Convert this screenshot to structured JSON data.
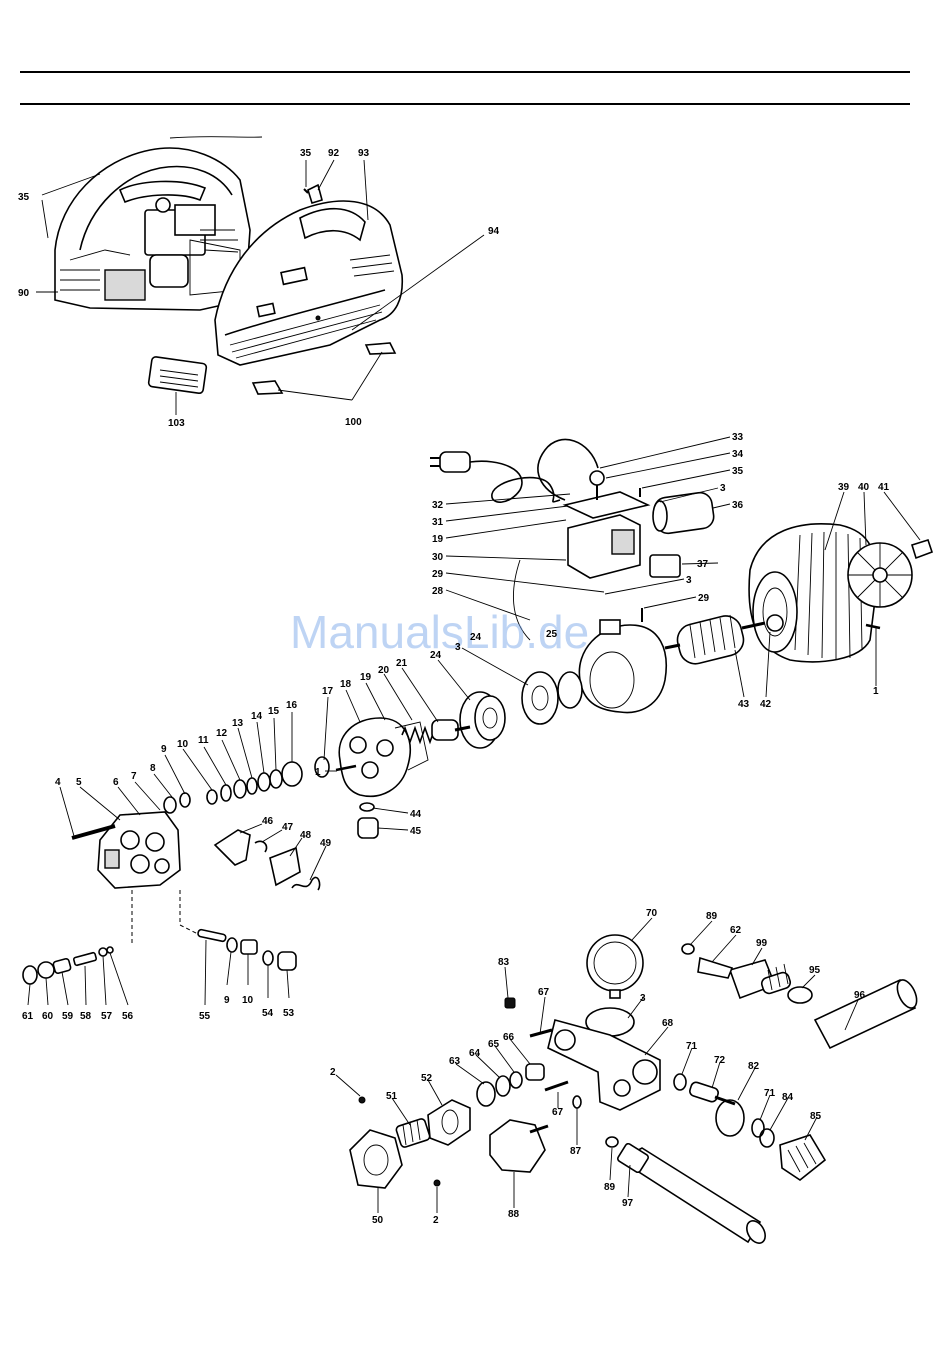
{
  "watermark": "ManualsLib.de",
  "callouts": [
    "35",
    "92",
    "93",
    "35",
    "94",
    "90",
    "103",
    "100",
    "33",
    "34",
    "35",
    "3",
    "36",
    "32",
    "31",
    "19",
    "30",
    "29",
    "28",
    "37",
    "3",
    "29",
    "39",
    "40",
    "41",
    "1",
    "43",
    "42",
    "24",
    "3",
    "24",
    "25",
    "17",
    "18",
    "19",
    "20",
    "21",
    "16",
    "15",
    "14",
    "13",
    "12",
    "11",
    "10",
    "9",
    "8",
    "7",
    "6",
    "5",
    "4",
    "1",
    "44",
    "45",
    "46",
    "47",
    "48",
    "49",
    "61",
    "60",
    "59",
    "58",
    "57",
    "56",
    "55",
    "9",
    "10",
    "54",
    "53",
    "70",
    "89",
    "62",
    "99",
    "95",
    "96",
    "83",
    "67",
    "68",
    "3",
    "2",
    "51",
    "52",
    "63",
    "64",
    "65",
    "66",
    "71",
    "72",
    "82",
    "71",
    "84",
    "85",
    "67",
    "87",
    "89",
    "97",
    "50",
    "2",
    "88"
  ]
}
